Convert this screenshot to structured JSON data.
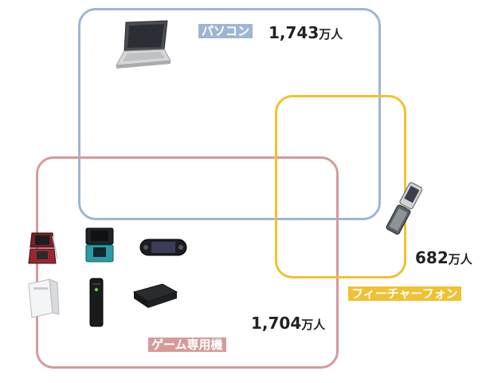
{
  "sets": {
    "pc": {
      "label": "パソコン",
      "value": "1,743",
      "unit": "万人",
      "color": "#9fb6d3"
    },
    "game": {
      "label": "ゲーム専用機",
      "value": "1,704",
      "unit": "万人",
      "color": "#d69a9a"
    },
    "phone": {
      "label": "フィーチャーフォン",
      "value": "682",
      "unit": "万人",
      "color": "#f0c233"
    }
  },
  "devices": [
    "laptop-icon",
    "flip-phone-icon",
    "nintendo-3ds-red-icon",
    "nintendo-3ds-blue-icon",
    "psp-icon",
    "wii-icon",
    "xbox-360-icon",
    "ps3-icon"
  ]
}
